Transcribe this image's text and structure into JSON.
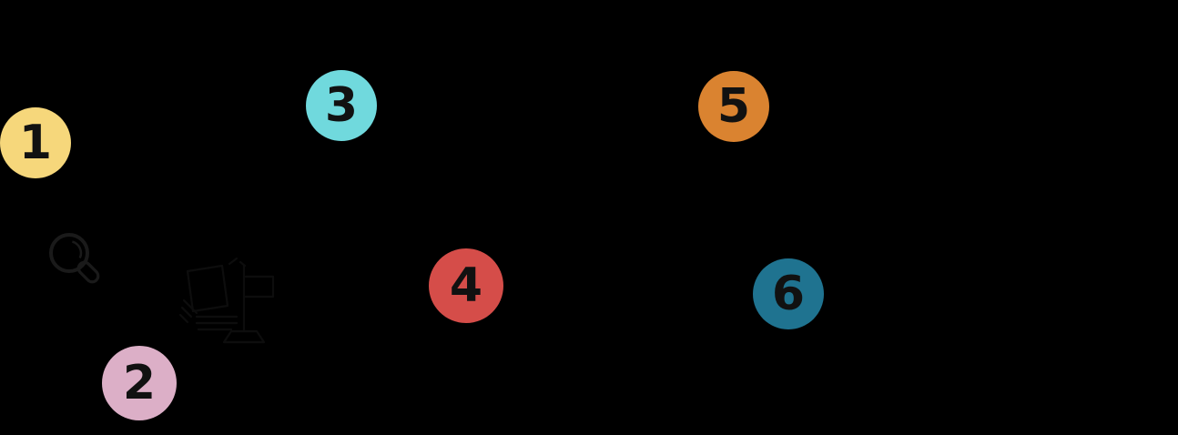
{
  "canvas": {
    "background": "#000000"
  },
  "badges": [
    {
      "label": "1",
      "color": "#F6D77B",
      "style_bg": "background:#F6D77B"
    },
    {
      "label": "2",
      "color": "#DCAFC7",
      "style_bg": "background:#DCAFC7"
    },
    {
      "label": "3",
      "color": "#70D9DD",
      "style_bg": "background:#70D9DD"
    },
    {
      "label": "4",
      "color": "#D54D49",
      "style_bg": "background:#D54D49"
    },
    {
      "label": "5",
      "color": "#DA8330",
      "style_bg": "background:#DA8330"
    },
    {
      "label": "6",
      "color": "#1F7390",
      "style_bg": "background:#1F7390"
    }
  ],
  "badge_text_color": "#111111",
  "icons": {
    "search": {
      "name": "search-icon",
      "stroke": "#1A1A1A"
    },
    "scene": {
      "name": "signboard-illustration",
      "stroke": "#0D0D0D"
    }
  }
}
